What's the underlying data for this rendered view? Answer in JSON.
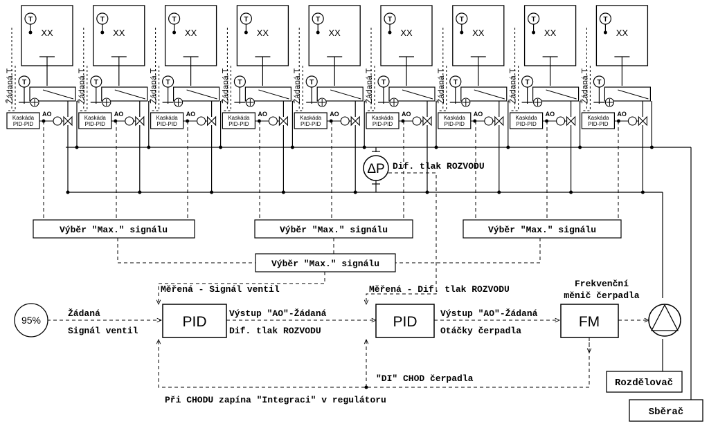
{
  "units": {
    "count": 9,
    "sensor_symbol": "T",
    "room_label": "XX",
    "setpoint_label": "Žádaná T",
    "controller_line1": "Kaskáda",
    "controller_line2": "PID-PID",
    "output_label": "AO"
  },
  "selectors": {
    "top_label": "Výběr \"Max.\" signálu",
    "center_label": "Výběr \"Max.\" signálu"
  },
  "dp_sensor": {
    "symbol": "ΔP",
    "label": "Dif. tlak ROZVODU"
  },
  "setpoint": {
    "value": "95%",
    "label_top": "Žádaná",
    "label_bottom": "Signál ventil"
  },
  "pid1": {
    "label": "PID",
    "measured_label": "Měřená - Signál ventil",
    "output_top": "Výstup \"AO\"-Žádaná",
    "output_bottom": "Dif. tlak ROZVODU"
  },
  "pid2": {
    "label": "PID",
    "measured_label": "Měřená - Dif. tlak ROZVODU",
    "output_top": "Výstup \"AO\"-Žádaná",
    "output_bottom": "Otáčky čerpadla"
  },
  "fm": {
    "label": "FM",
    "title_line1": "Frekvenční",
    "title_line2": "měnič čerpadla"
  },
  "di_label": "\"DI\" CHOD čerpadla",
  "integration_note": "Při CHODU zapína \"Integraci\" v regulátoru",
  "distributor_label": "Rozdělovač",
  "collector_label": "Sběrač"
}
